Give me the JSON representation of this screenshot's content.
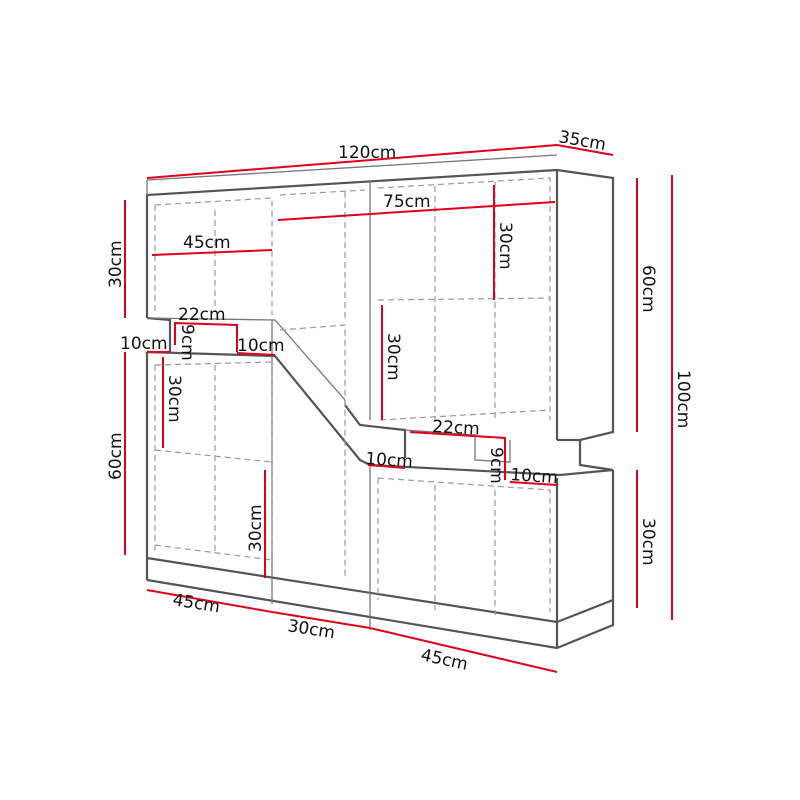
{
  "title": "Shelf dimension drawing",
  "colors": {
    "dimension_line": "#e0001a",
    "outline": "#555555",
    "hidden_line": "#999999"
  },
  "dimensions": {
    "total_width": "120cm",
    "depth": "35cm",
    "upper_right_width": "75cm",
    "upper_left_shelf_width": "45cm",
    "upper_right_compartment_height": "30cm",
    "upper_left_height": "30cm",
    "right_upper_height": "60cm",
    "total_height": "100cm",
    "left_step_width": "22cm",
    "left_step_height": "9cm",
    "left_offset_a": "10cm",
    "left_offset_b": "10cm",
    "right_middle_compartment_height": "30cm",
    "left_middle_compartment_height": "30cm",
    "left_lower_height": "60cm",
    "right_step_width": "22cm",
    "right_offset_a": "10cm",
    "right_step_height": "9cm",
    "right_offset_b": "10cm",
    "left_bottom_compartment_height": "30cm",
    "right_lower_height": "30cm",
    "bottom_left_width": "45cm",
    "bottom_middle_width": "30cm",
    "bottom_right_width": "45cm"
  }
}
